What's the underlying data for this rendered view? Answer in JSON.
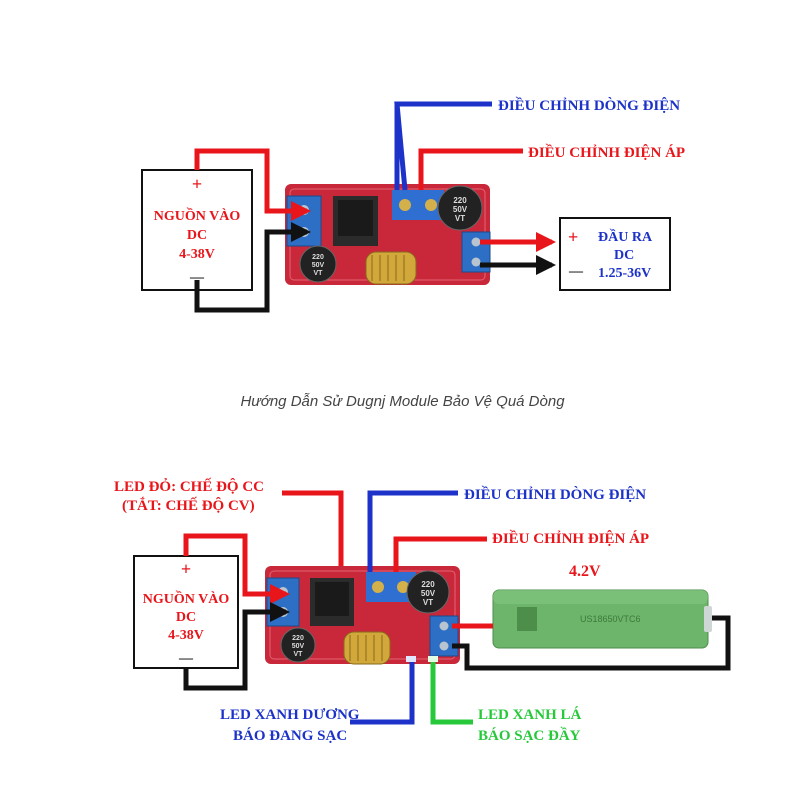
{
  "diagram1": {
    "label_current": "ĐIỀU CHỈNH DÒNG ĐIỆN",
    "label_voltage": "ĐIỀU CHỈNH ĐIỆN ÁP",
    "input_box": {
      "plus": "+",
      "line1": "NGUỒN VÀO",
      "line2": "DC",
      "line3": "4-38V",
      "minus": "—"
    },
    "output_box": {
      "plus": "+",
      "line1": "ĐẦU RA",
      "line2": "DC",
      "line3": "1.25-36V",
      "minus": "—"
    },
    "capacitor_big": {
      "line1": "220",
      "line2": "50V",
      "line3": "VT"
    },
    "capacitor_small": {
      "line1": "220",
      "line2": "50V",
      "line3": "VT"
    }
  },
  "caption": "Hướng Dẫn Sử Dugnj Module Bảo Vệ Quá Dòng",
  "diagram2": {
    "label_led_red_1": "LED ĐỎ: CHẾ ĐỘ CC",
    "label_led_red_2": "(TẮT: CHẾ ĐỘ CV)",
    "label_current": "ĐIỀU CHỈNH DÒNG ĐIỆN",
    "label_voltage": "ĐIỀU CHỈNH ĐIỆN ÁP",
    "battery_voltage": "4.2V",
    "input_box": {
      "plus": "+",
      "line1": "NGUỒN VÀO",
      "line2": "DC",
      "line3": "4-38V",
      "minus": "—"
    },
    "label_led_blue_1": "LED XANH DƯƠNG",
    "label_led_blue_2": "BÁO ĐANG SẠC",
    "label_led_green_1": "LED XANH LÁ",
    "label_led_green_2": "BÁO SẠC ĐẦY",
    "capacitor_big": {
      "line1": "220",
      "line2": "50V",
      "line3": "VT"
    },
    "capacitor_small": {
      "line1": "220",
      "line2": "50V",
      "line3": "VT"
    }
  },
  "colors": {
    "red_wire": "#e8161b",
    "blue_wire": "#1c32c8",
    "black_wire": "#111111",
    "green_wire": "#27c93a",
    "pcb": "#c8283a",
    "battery": "#6cb56a"
  }
}
